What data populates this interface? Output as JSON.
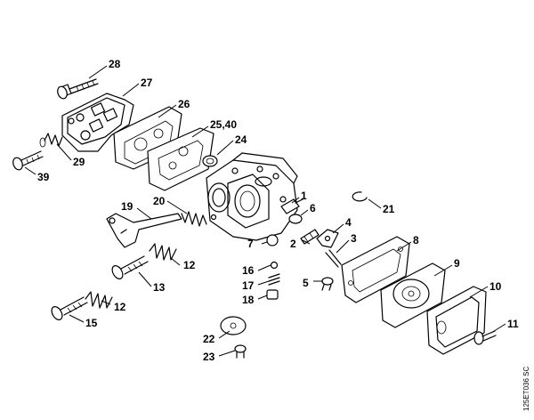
{
  "callouts": {
    "c28": "28",
    "c27": "27",
    "c26": "26",
    "c25_40": "25,40",
    "c24": "24",
    "c29": "29",
    "c39": "39",
    "c1": "1",
    "c6": "6",
    "c21": "21",
    "c20": "20",
    "c19": "19",
    "c4": "4",
    "c2": "2",
    "c3": "3",
    "c7": "7",
    "c8": "8",
    "c9": "9",
    "c10": "10",
    "c11": "11",
    "c12a": "12",
    "c12b": "12",
    "c13": "13",
    "c15": "15",
    "c16": "16",
    "c17": "17",
    "c18": "18",
    "c5": "5",
    "c22": "22",
    "c23": "23"
  },
  "drawing_code": "125ET036 SC"
}
